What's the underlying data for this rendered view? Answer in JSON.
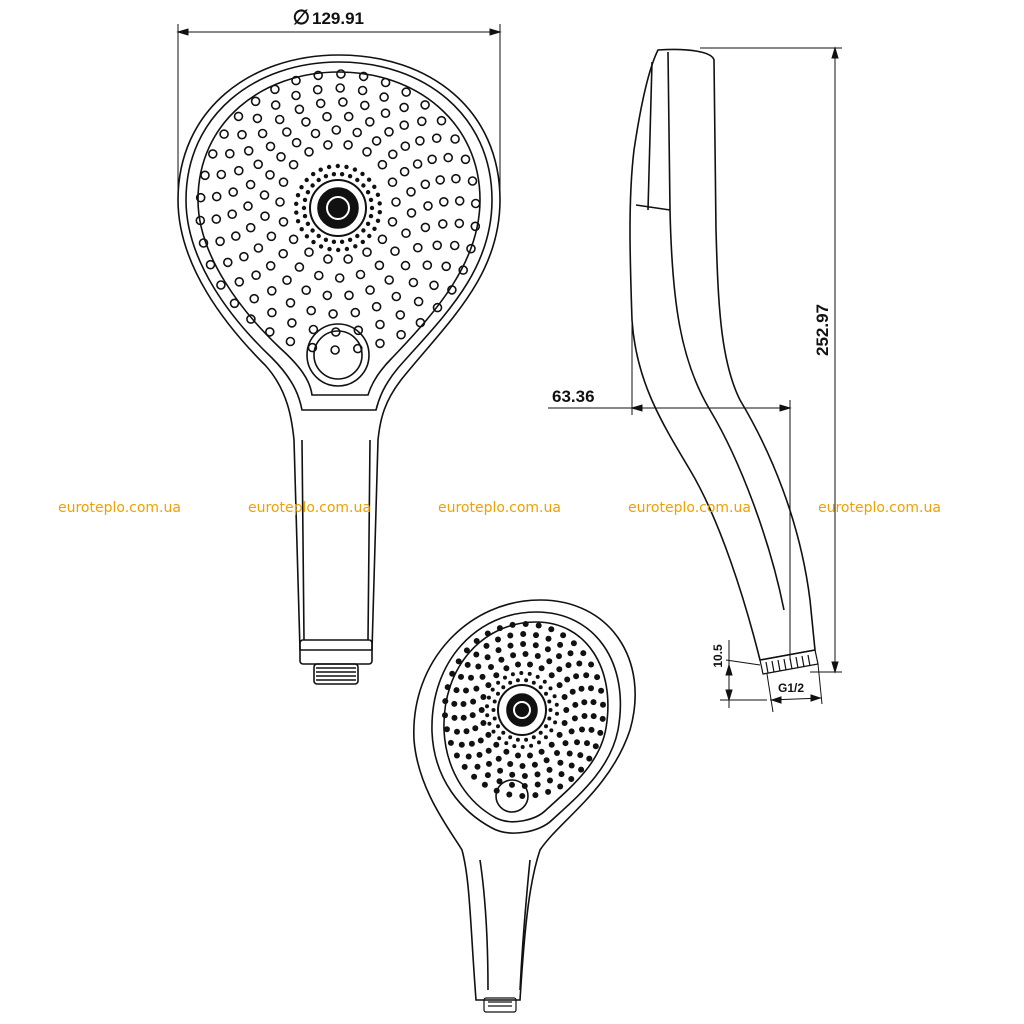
{
  "dimensions": {
    "diameter_symbol": "∅",
    "diameter": "129.91",
    "height": "252.97",
    "depth": "63.36",
    "connector_length": "10.5",
    "thread": "G1/2"
  },
  "watermark": "euroteplo.com.ua",
  "watermark_color": "#f0a000",
  "watermark_count": 5,
  "views": [
    "front-view",
    "side-view",
    "perspective-view"
  ]
}
